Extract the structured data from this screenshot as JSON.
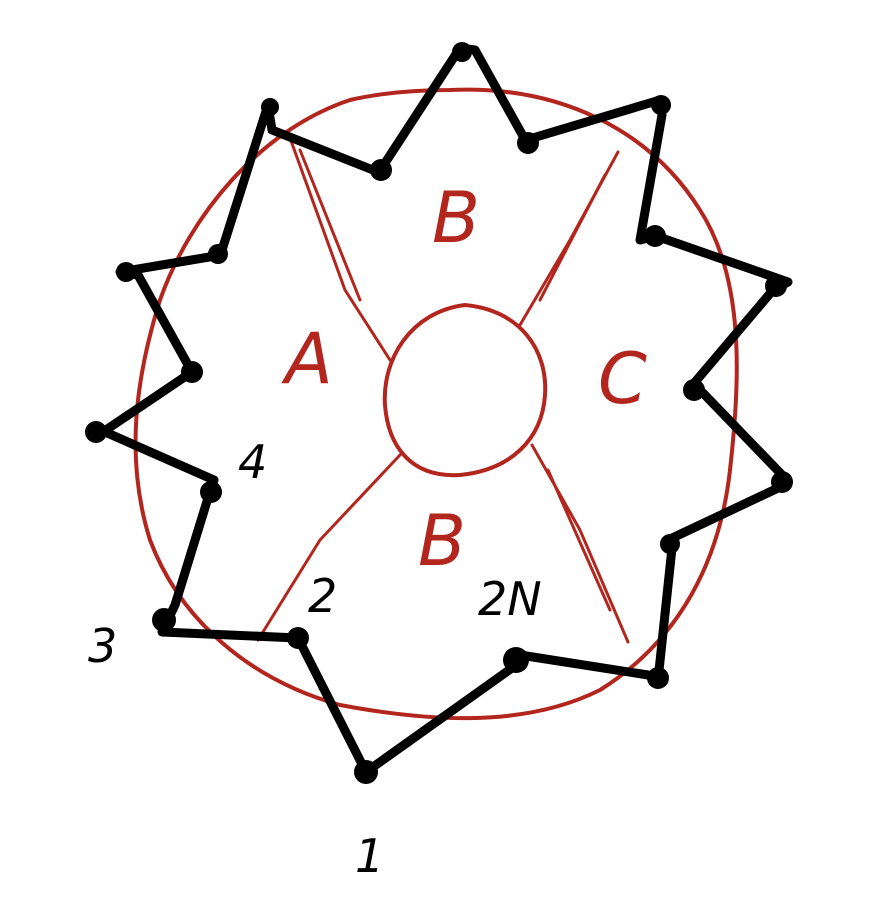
{
  "diagram": {
    "colors": {
      "polygon": "#000000",
      "regions": "#b3261e",
      "background": "#ffffff"
    },
    "region_labels": {
      "a": "A",
      "b_top": "B",
      "c": "C",
      "b_bottom": "B"
    },
    "vertex_labels": {
      "v1": "1",
      "v2": "2",
      "v3": "3",
      "v4": "4",
      "v2n": "2N"
    }
  }
}
